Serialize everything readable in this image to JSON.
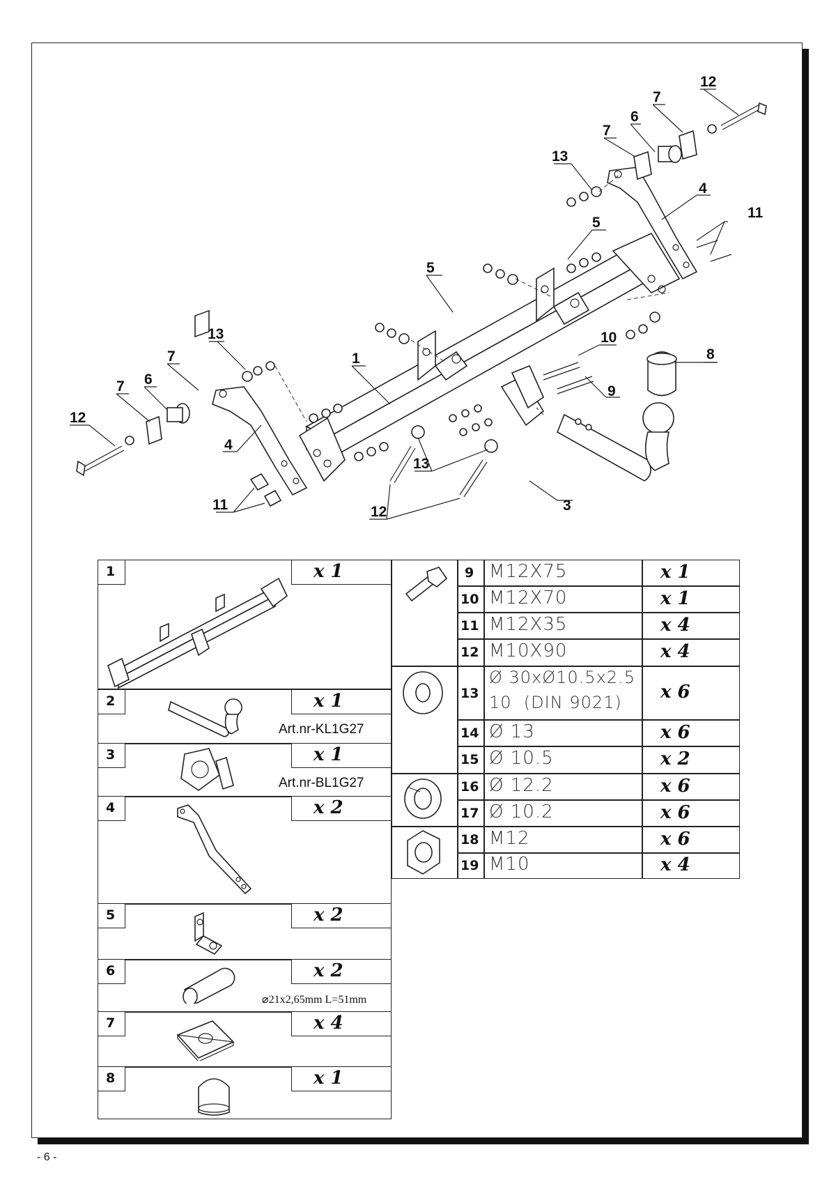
{
  "diagram": {
    "callouts": [
      "1",
      "3",
      "4",
      "4",
      "5",
      "5",
      "6",
      "6",
      "7",
      "7",
      "7",
      "7",
      "8",
      "9",
      "10",
      "11",
      "11",
      "12",
      "12",
      "12",
      "13",
      "13",
      "13"
    ]
  },
  "left_table": [
    {
      "num": "1",
      "qty": "x 1",
      "note": ""
    },
    {
      "num": "2",
      "qty": "x 1",
      "note": "Art.nr-KL1G27"
    },
    {
      "num": "3",
      "qty": "x 1",
      "note": "Art.nr-BL1G27"
    },
    {
      "num": "4",
      "qty": "x 2",
      "note": ""
    },
    {
      "num": "5",
      "qty": "x 2",
      "note": ""
    },
    {
      "num": "6",
      "qty": "x 2",
      "note": "⌀21x2,65mm L=51mm"
    },
    {
      "num": "7",
      "qty": "x 4",
      "note": ""
    },
    {
      "num": "8",
      "qty": "x 1",
      "note": ""
    }
  ],
  "right_table": [
    {
      "num": "9",
      "spec": "M12X75",
      "qty": "x 1"
    },
    {
      "num": "10",
      "spec": "M12X70",
      "qty": "x 1"
    },
    {
      "num": "11",
      "spec": "M12X35",
      "qty": "x 4"
    },
    {
      "num": "12",
      "spec": "M10X90",
      "qty": "x 4"
    },
    {
      "num": "13",
      "spec": "Ø 30xØ10.5x2.5",
      "spec2": "10  (DIN 9021)",
      "qty": "x 6"
    },
    {
      "num": "14",
      "spec": "Ø 13",
      "qty": "x 6"
    },
    {
      "num": "15",
      "spec": "Ø 10.5",
      "qty": "x 2"
    },
    {
      "num": "16",
      "spec": "Ø 12.2",
      "qty": "x 6"
    },
    {
      "num": "17",
      "spec": "Ø 10.2",
      "qty": "x 6"
    },
    {
      "num": "18",
      "spec": "M12",
      "qty": "x 6"
    },
    {
      "num": "19",
      "spec": "M10",
      "qty": "x 4"
    }
  ],
  "footer": {
    "page": "- 6 -"
  }
}
